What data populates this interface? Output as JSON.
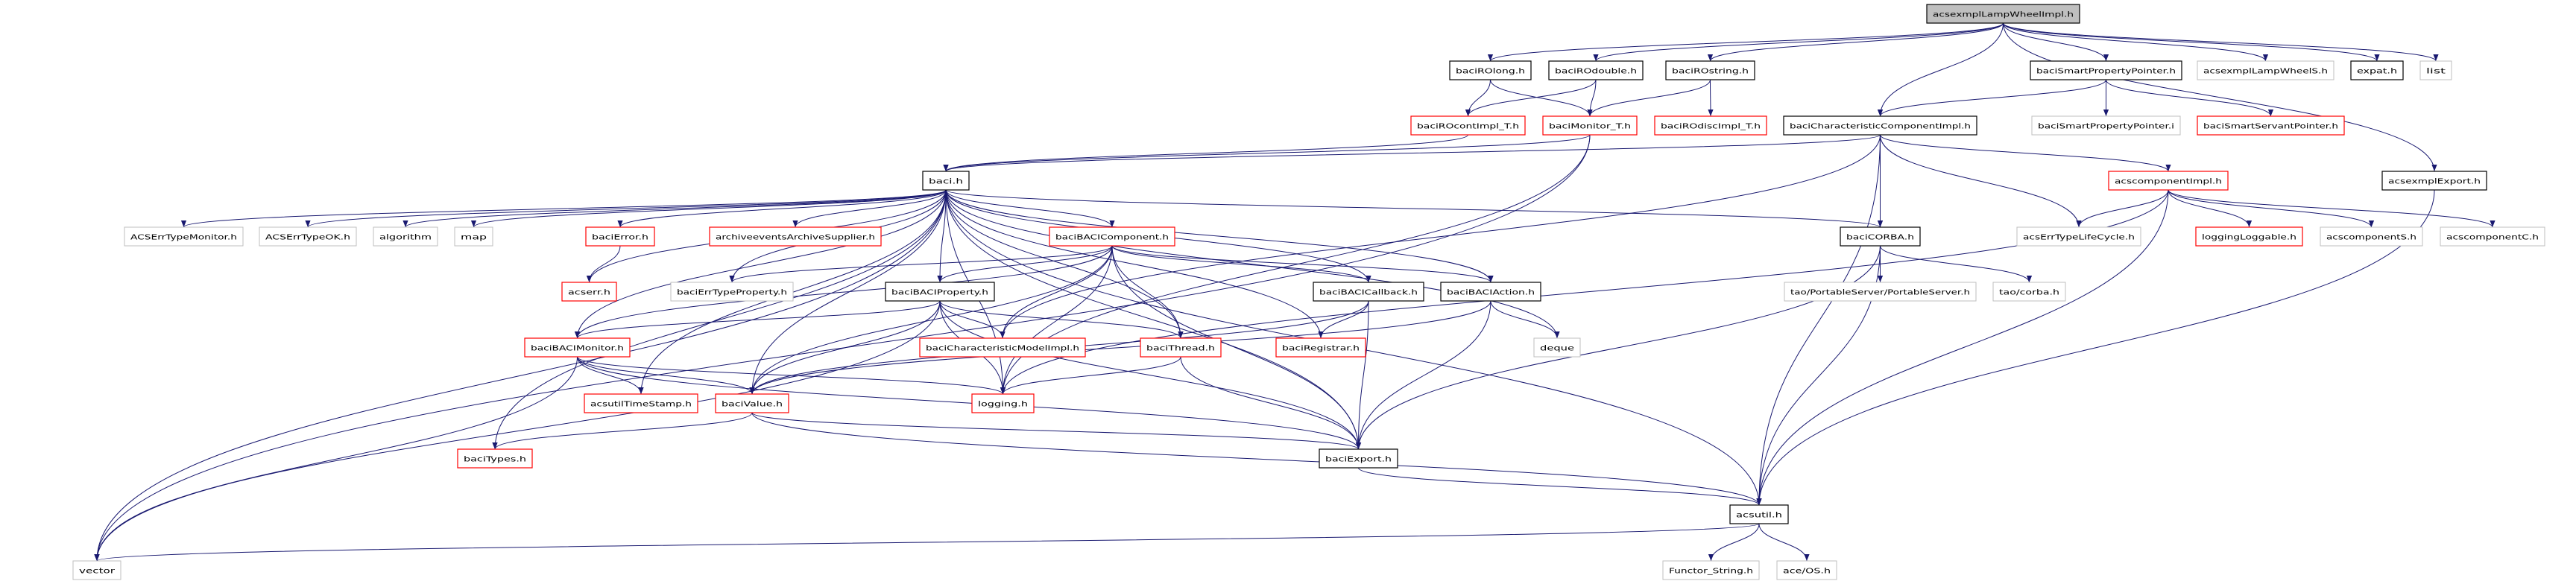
{
  "graph": {
    "edge_color": "#191970",
    "style_colors": {
      "root": "#000000",
      "documented": "#000000",
      "has_more": "#ff0000",
      "external": "#bfbfbf",
      "root_fill": "#bfbfbf"
    },
    "nodes": [
      {
        "label": "acsexmplLampWheelImpl.h",
        "style": "root"
      },
      {
        "label": "baciROlong.h",
        "style": "documented"
      },
      {
        "label": "baciROdouble.h",
        "style": "documented"
      },
      {
        "label": "baciROstring.h",
        "style": "documented"
      },
      {
        "label": "baciSmartPropertyPointer.h",
        "style": "documented"
      },
      {
        "label": "acsexmplLampWheelS.h",
        "style": "external"
      },
      {
        "label": "expat.h",
        "style": "documented"
      },
      {
        "label": "list",
        "style": "external"
      },
      {
        "label": "baciROcontImpl_T.h",
        "style": "has_more"
      },
      {
        "label": "baciMonitor_T.h",
        "style": "has_more"
      },
      {
        "label": "baciROdiscImpl_T.h",
        "style": "has_more"
      },
      {
        "label": "baciCharacteristicComponentImpl.h",
        "style": "documented"
      },
      {
        "label": "baciSmartPropertyPointer.i",
        "style": "external"
      },
      {
        "label": "baciSmartServantPointer.h",
        "style": "has_more"
      },
      {
        "label": "baci.h",
        "style": "documented"
      },
      {
        "label": "acscomponentImpl.h",
        "style": "has_more"
      },
      {
        "label": "acsexmplExport.h",
        "style": "documented"
      },
      {
        "label": "ACSErrTypeMonitor.h",
        "style": "external"
      },
      {
        "label": "ACSErrTypeOK.h",
        "style": "external"
      },
      {
        "label": "algorithm",
        "style": "external"
      },
      {
        "label": "map",
        "style": "external"
      },
      {
        "label": "baciError.h",
        "style": "has_more"
      },
      {
        "label": "archiveeventsArchiveSupplier.h",
        "style": "has_more"
      },
      {
        "label": "baciBACIComponent.h",
        "style": "has_more"
      },
      {
        "label": "baciCORBA.h",
        "style": "documented"
      },
      {
        "label": "acsErrTypeLifeCycle.h",
        "style": "external"
      },
      {
        "label": "loggingLoggable.h",
        "style": "has_more"
      },
      {
        "label": "acscomponentS.h",
        "style": "external"
      },
      {
        "label": "acscomponentC.h",
        "style": "external"
      },
      {
        "label": "acserr.h",
        "style": "has_more"
      },
      {
        "label": "baciErrTypeProperty.h",
        "style": "external"
      },
      {
        "label": "baciBACIProperty.h",
        "style": "documented"
      },
      {
        "label": "baciBACICallback.h",
        "style": "documented"
      },
      {
        "label": "baciBACIAction.h",
        "style": "documented"
      },
      {
        "label": "tao/PortableServer/PortableServer.h",
        "style": "external"
      },
      {
        "label": "tao/corba.h",
        "style": "external"
      },
      {
        "label": "baciBACIMonitor.h",
        "style": "has_more"
      },
      {
        "label": "baciCharacteristicModelImpl.h",
        "style": "has_more"
      },
      {
        "label": "baciThread.h",
        "style": "has_more"
      },
      {
        "label": "baciRegistrar.h",
        "style": "has_more"
      },
      {
        "label": "deque",
        "style": "external"
      },
      {
        "label": "acsutilTimeStamp.h",
        "style": "has_more"
      },
      {
        "label": "baciValue.h",
        "style": "has_more"
      },
      {
        "label": "logging.h",
        "style": "has_more"
      },
      {
        "label": "baciTypes.h",
        "style": "has_more"
      },
      {
        "label": "baciExport.h",
        "style": "documented"
      },
      {
        "label": "acsutil.h",
        "style": "documented"
      },
      {
        "label": "vector",
        "style": "external"
      },
      {
        "label": "Functor_String.h",
        "style": "external"
      },
      {
        "label": "ace/OS.h",
        "style": "external"
      }
    ],
    "edges": [
      [
        "acsexmplLampWheelImpl.h",
        "baciROlong.h"
      ],
      [
        "acsexmplLampWheelImpl.h",
        "baciROdouble.h"
      ],
      [
        "acsexmplLampWheelImpl.h",
        "baciROstring.h"
      ],
      [
        "acsexmplLampWheelImpl.h",
        "baciCharacteristicComponentImpl.h"
      ],
      [
        "acsexmplLampWheelImpl.h",
        "baciSmartPropertyPointer.h"
      ],
      [
        "acsexmplLampWheelImpl.h",
        "acsexmplLampWheelS.h"
      ],
      [
        "acsexmplLampWheelImpl.h",
        "expat.h"
      ],
      [
        "acsexmplLampWheelImpl.h",
        "list"
      ],
      [
        "acsexmplLampWheelImpl.h",
        "acsexmplExport.h"
      ],
      [
        "baciROlong.h",
        "baciROcontImpl_T.h"
      ],
      [
        "baciROlong.h",
        "baciMonitor_T.h"
      ],
      [
        "baciROdouble.h",
        "baciROcontImpl_T.h"
      ],
      [
        "baciROdouble.h",
        "baciMonitor_T.h"
      ],
      [
        "baciROstring.h",
        "baciMonitor_T.h"
      ],
      [
        "baciROstring.h",
        "baciROdiscImpl_T.h"
      ],
      [
        "baciSmartPropertyPointer.h",
        "baciCharacteristicComponentImpl.h"
      ],
      [
        "baciSmartPropertyPointer.h",
        "baciSmartPropertyPointer.i"
      ],
      [
        "baciSmartPropertyPointer.h",
        "baciSmartServantPointer.h"
      ],
      [
        "baciMonitor_T.h",
        "baci.h"
      ],
      [
        "baciMonitor_T.h",
        "logging.h"
      ],
      [
        "baciMonitor_T.h",
        "vector"
      ],
      [
        "baciROcontImpl_T.h",
        "baci.h"
      ],
      [
        "baciCharacteristicComponentImpl.h",
        "baci.h"
      ],
      [
        "baciCharacteristicComponentImpl.h",
        "baciCharacteristicModelImpl.h"
      ],
      [
        "baciCharacteristicComponentImpl.h",
        "baciCORBA.h"
      ],
      [
        "baciCharacteristicComponentImpl.h",
        "acsErrTypeLifeCycle.h"
      ],
      [
        "baciCharacteristicComponentImpl.h",
        "acscomponentImpl.h"
      ],
      [
        "baciCharacteristicComponentImpl.h",
        "acsutil.h"
      ],
      [
        "acscomponentImpl.h",
        "acsErrTypeLifeCycle.h"
      ],
      [
        "acscomponentImpl.h",
        "loggingLoggable.h"
      ],
      [
        "acscomponentImpl.h",
        "acscomponentS.h"
      ],
      [
        "acscomponentImpl.h",
        "acscomponentC.h"
      ],
      [
        "acscomponentImpl.h",
        "acsutil.h"
      ],
      [
        "acscomponentImpl.h",
        "logging.h"
      ],
      [
        "acsexmplExport.h",
        "acsutil.h"
      ],
      [
        "baci.h",
        "ACSErrTypeMonitor.h"
      ],
      [
        "baci.h",
        "ACSErrTypeOK.h"
      ],
      [
        "baci.h",
        "algorithm"
      ],
      [
        "baci.h",
        "map"
      ],
      [
        "baci.h",
        "baciError.h"
      ],
      [
        "baci.h",
        "acserr.h"
      ],
      [
        "baci.h",
        "archiveeventsArchiveSupplier.h"
      ],
      [
        "baci.h",
        "baciBACIComponent.h"
      ],
      [
        "baci.h",
        "baciErrTypeProperty.h"
      ],
      [
        "baci.h",
        "baciBACIProperty.h"
      ],
      [
        "baci.h",
        "baciBACIMonitor.h"
      ],
      [
        "baci.h",
        "baciThread.h"
      ],
      [
        "baci.h",
        "baciRegistrar.h"
      ],
      [
        "baci.h",
        "baciBACICallback.h"
      ],
      [
        "baci.h",
        "baciBACIAction.h"
      ],
      [
        "baci.h",
        "baciCORBA.h"
      ],
      [
        "baci.h",
        "deque"
      ],
      [
        "baci.h",
        "baciValue.h"
      ],
      [
        "baci.h",
        "logging.h"
      ],
      [
        "baci.h",
        "baciExport.h"
      ],
      [
        "baci.h",
        "acsutil.h"
      ],
      [
        "baci.h",
        "vector"
      ],
      [
        "baci.h",
        "baciTypes.h"
      ],
      [
        "baci.h",
        "acsutilTimeStamp.h"
      ],
      [
        "baciError.h",
        "acserr.h"
      ],
      [
        "baciBACIComponent.h",
        "baciErrTypeProperty.h"
      ],
      [
        "baciBACIComponent.h",
        "baciBACIProperty.h"
      ],
      [
        "baciBACIComponent.h",
        "baciBACIMonitor.h"
      ],
      [
        "baciBACIComponent.h",
        "baciCharacteristicModelImpl.h"
      ],
      [
        "baciBACIComponent.h",
        "baciThread.h"
      ],
      [
        "baciBACIComponent.h",
        "baciBACICallback.h"
      ],
      [
        "baciBACIComponent.h",
        "baciBACIAction.h"
      ],
      [
        "baciBACIComponent.h",
        "baciValue.h"
      ],
      [
        "baciBACIComponent.h",
        "logging.h"
      ],
      [
        "baciBACIComponent.h",
        "baciExport.h"
      ],
      [
        "baciBACIProperty.h",
        "baciBACIMonitor.h"
      ],
      [
        "baciBACIProperty.h",
        "baciCharacteristicModelImpl.h"
      ],
      [
        "baciBACIProperty.h",
        "baciThread.h"
      ],
      [
        "baciBACIProperty.h",
        "baciValue.h"
      ],
      [
        "baciBACIProperty.h",
        "baciExport.h"
      ],
      [
        "baciBACIProperty.h",
        "logging.h"
      ],
      [
        "baciBACIProperty.h",
        "vector"
      ],
      [
        "baciBACIMonitor.h",
        "acsutilTimeStamp.h"
      ],
      [
        "baciBACIMonitor.h",
        "baciValue.h"
      ],
      [
        "baciBACIMonitor.h",
        "logging.h"
      ],
      [
        "baciBACIMonitor.h",
        "baciExport.h"
      ],
      [
        "baciBACIMonitor.h",
        "vector"
      ],
      [
        "baciBACICallback.h",
        "baciRegistrar.h"
      ],
      [
        "baciBACICallback.h",
        "baciExport.h"
      ],
      [
        "baciBACICallback.h",
        "baciValue.h"
      ],
      [
        "baciBACIAction.h",
        "deque"
      ],
      [
        "baciBACIAction.h",
        "baciExport.h"
      ],
      [
        "baciBACIAction.h",
        "baciValue.h"
      ],
      [
        "baciThread.h",
        "baciExport.h"
      ],
      [
        "baciThread.h",
        "logging.h"
      ],
      [
        "baciValue.h",
        "baciTypes.h"
      ],
      [
        "baciValue.h",
        "baciExport.h"
      ],
      [
        "baciValue.h",
        "acsutil.h"
      ],
      [
        "baciCORBA.h",
        "tao/PortableServer/PortableServer.h"
      ],
      [
        "baciCORBA.h",
        "tao/corba.h"
      ],
      [
        "baciCORBA.h",
        "acsutil.h"
      ],
      [
        "baciCORBA.h",
        "baciExport.h"
      ],
      [
        "baciExport.h",
        "acsutil.h"
      ],
      [
        "acsutil.h",
        "Functor_String.h"
      ],
      [
        "acsutil.h",
        "ace/OS.h"
      ],
      [
        "acsutil.h",
        "vector"
      ]
    ]
  }
}
